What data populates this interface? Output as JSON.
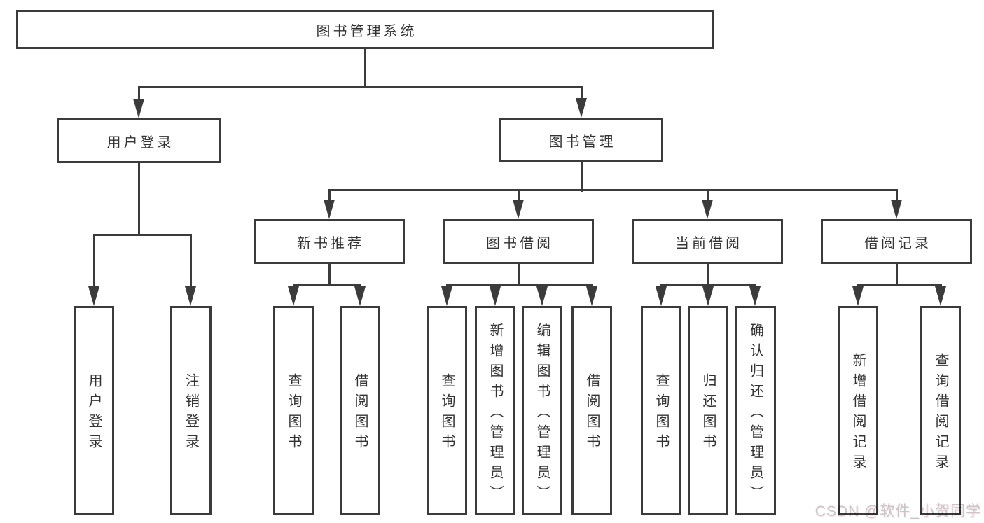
{
  "tree": {
    "root": {
      "label": "图书管理系统"
    },
    "branches": [
      {
        "label": "用户登录",
        "children": [
          {
            "label": "用户登录"
          },
          {
            "label": "注销登录"
          }
        ]
      },
      {
        "label": "图书管理",
        "groups": [
          {
            "label": "新书推荐",
            "children": [
              {
                "label": "查询图书"
              },
              {
                "label": "借阅图书"
              }
            ]
          },
          {
            "label": "图书借阅",
            "children": [
              {
                "label": "查询图书"
              },
              {
                "label": "新增图书（管理员）"
              },
              {
                "label": "编辑图书（管理员）"
              },
              {
                "label": "借阅图书"
              }
            ]
          },
          {
            "label": "当前借阅",
            "children": [
              {
                "label": "查询图书"
              },
              {
                "label": "归还图书"
              },
              {
                "label": "确认归还（管理员）"
              }
            ]
          },
          {
            "label": "借阅记录",
            "children": [
              {
                "label": "新增借阅记录"
              },
              {
                "label": "查询借阅记录"
              }
            ]
          }
        ]
      }
    ]
  },
  "watermark": {
    "text": "CSDN @软件_小贺同学"
  }
}
